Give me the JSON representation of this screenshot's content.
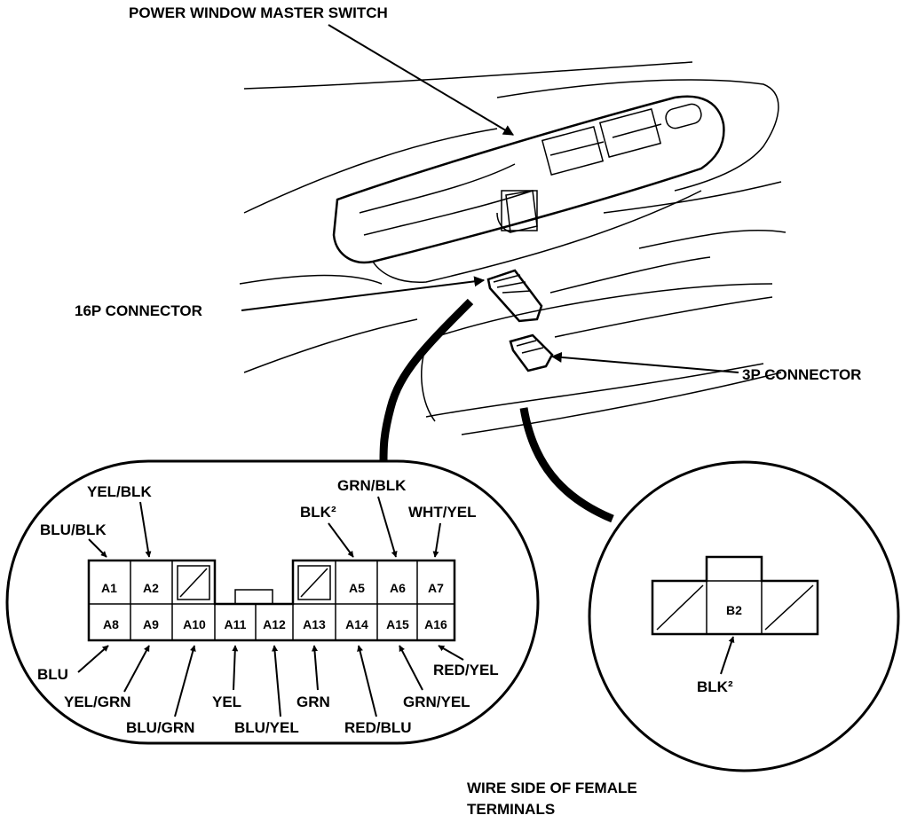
{
  "titles": {
    "master_switch": "POWER WINDOW MASTER SWITCH",
    "connector_16p": "16P CONNECTOR",
    "connector_3p": "3P CONNECTOR",
    "footer_line1": "WIRE SIDE OF FEMALE",
    "footer_line2": "TERMINALS"
  },
  "connector_16p": {
    "top_pins": [
      "A1",
      "A2",
      "A5",
      "A6",
      "A7"
    ],
    "bottom_pins": [
      "A8",
      "A9",
      "A10",
      "A11",
      "A12",
      "A13",
      "A14",
      "A15",
      "A16"
    ],
    "wires": {
      "A1": "BLU/BLK",
      "A2": "YEL/BLK",
      "A5": "BLK²",
      "A6": "GRN/BLK",
      "A7": "WHT/YEL",
      "A8": "BLU",
      "A9": "YEL/GRN",
      "A10": "BLU/GRN",
      "A11": "YEL",
      "A12": "BLU/YEL",
      "A13": "GRN",
      "A14": "RED/BLU",
      "A15": "GRN/YEL",
      "A16": "RED/YEL"
    }
  },
  "connector_3p": {
    "pin": "B2",
    "wire": "BLK²"
  }
}
